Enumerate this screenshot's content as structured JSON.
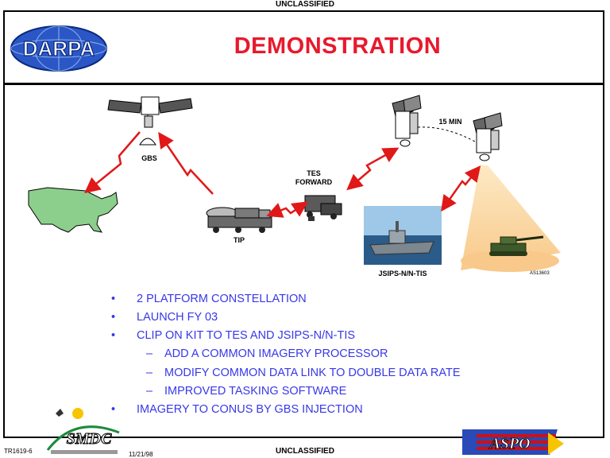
{
  "classification": {
    "top": "UNCLASSIFIED",
    "bottom": "UNCLASSIFIED"
  },
  "logos": {
    "darpa": "DARPA",
    "smdc": "SMDC",
    "aspo": "ASPO"
  },
  "slide": {
    "title": "DEMONSTRATION"
  },
  "diagram": {
    "labels": {
      "gbs": "GBS",
      "tes_forward": "TES\nFORWARD",
      "tip": "TIP",
      "fifteen_min": "15 MIN",
      "jsips": "JSIPS-N/N-TIS",
      "serial": "AS13603"
    }
  },
  "bullets": [
    {
      "marker": "•",
      "text": "2 PLATFORM CONSTELLATION"
    },
    {
      "marker": "•",
      "text": "LAUNCH FY 03"
    },
    {
      "marker": "•",
      "text": "CLIP ON KIT TO TES AND JSIPS-N/N-TIS"
    },
    {
      "marker": "–",
      "text": "ADD A COMMON IMAGERY PROCESSOR"
    },
    {
      "marker": "–",
      "text": "MODIFY COMMON DATA LINK TO DOUBLE DATA RATE"
    },
    {
      "marker": "–",
      "text": "IMPROVED TASKING SOFTWARE"
    },
    {
      "marker": "•",
      "text": "IMAGERY TO CONUS BY GBS INJECTION"
    }
  ],
  "footer": {
    "doc_number": "TR1619-6",
    "date": "11/21/98"
  },
  "colors": {
    "title": "#e8192c",
    "bullets": "#3838e8",
    "arrows": "#e01818",
    "land": "#8ccf8c",
    "cone": "#fbd9a0"
  }
}
